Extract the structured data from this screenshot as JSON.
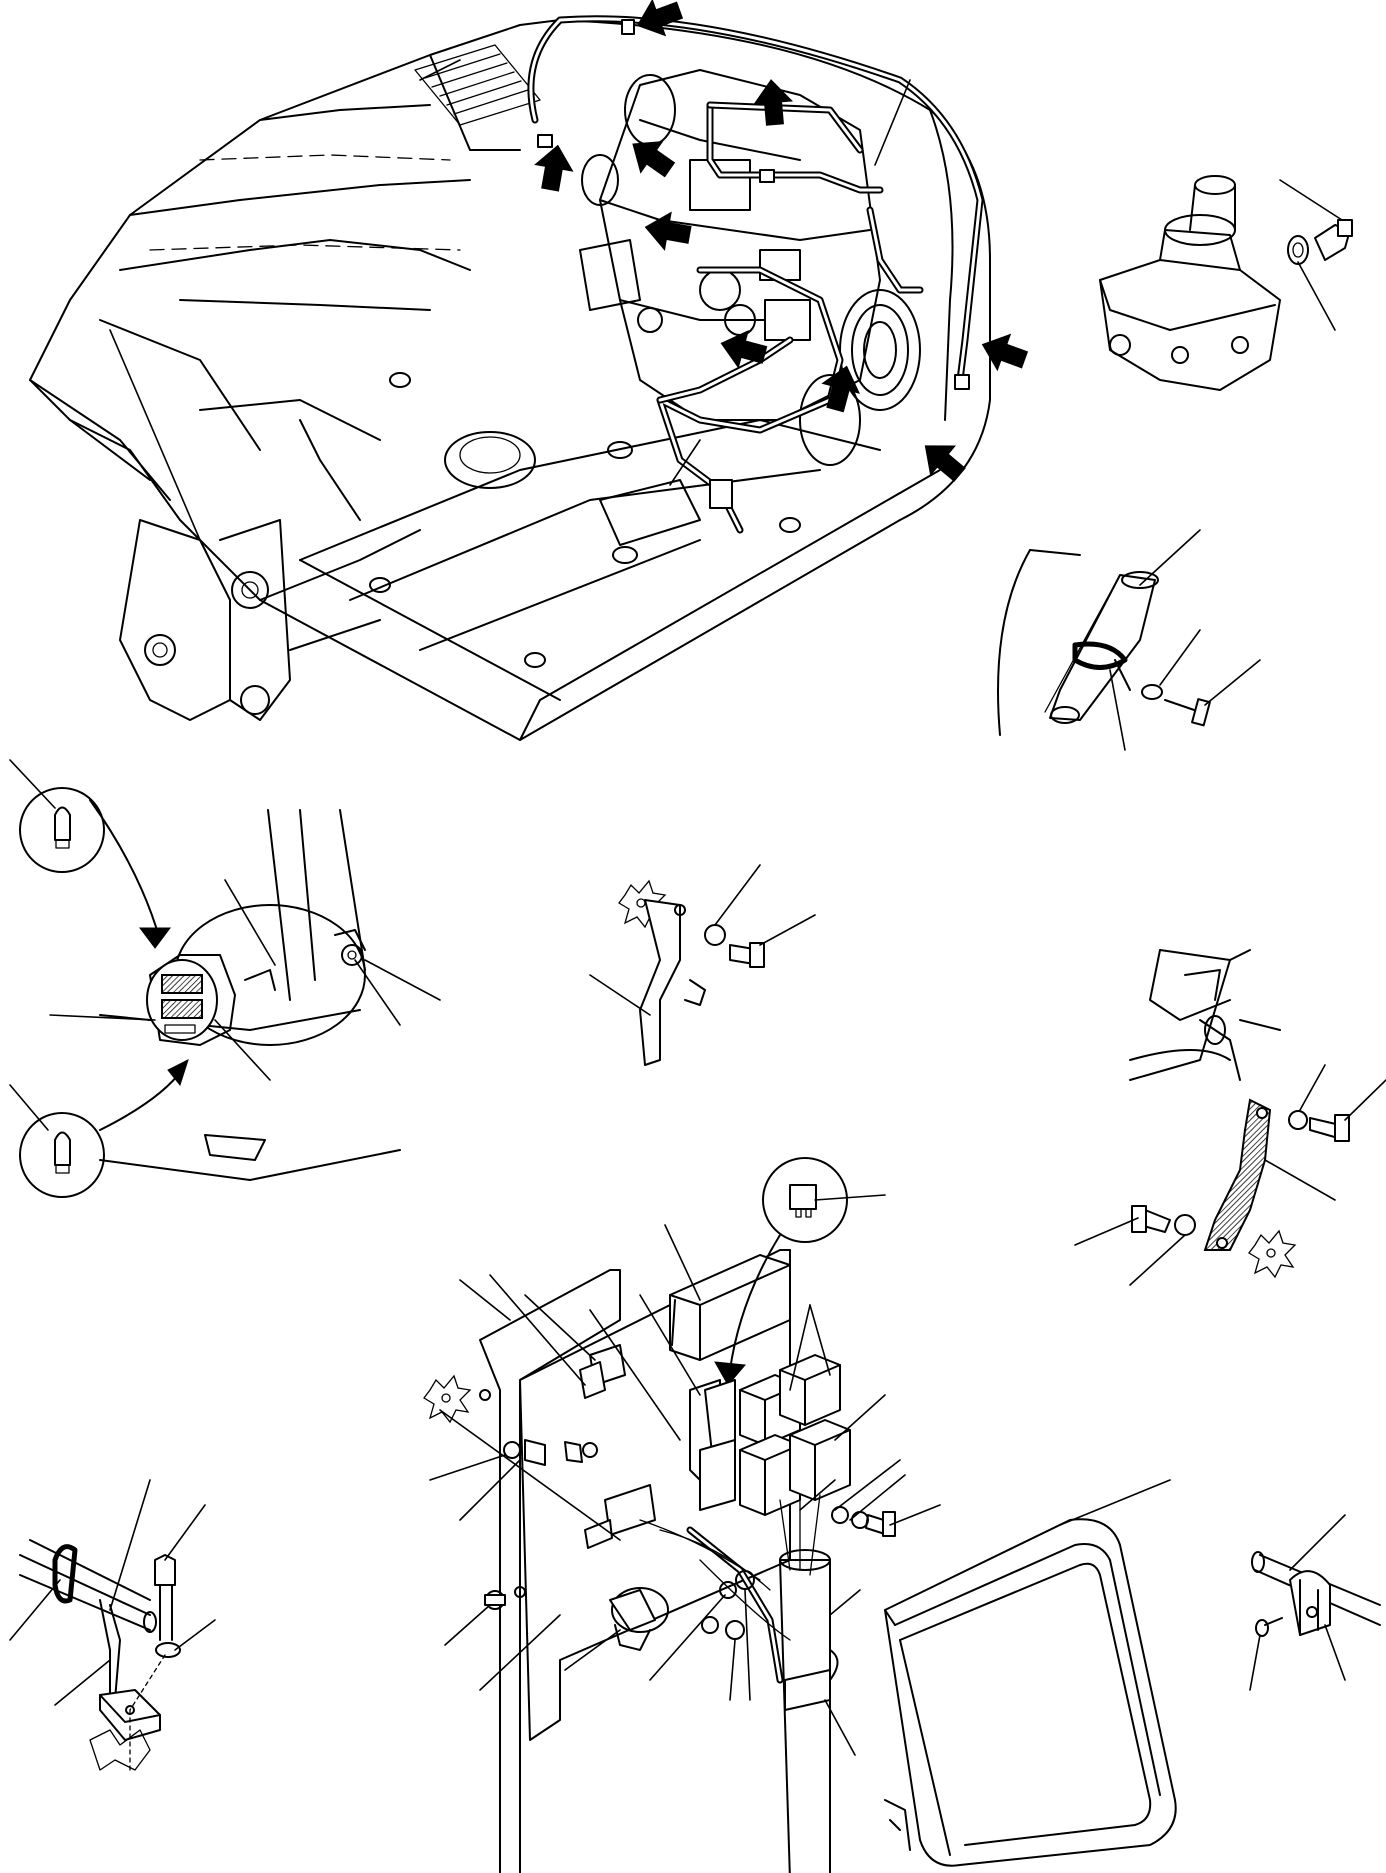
{
  "figure": {
    "background": "#ffffff",
    "line_color": "#000000",
    "views": [
      "machine-overview",
      "pressure-switch",
      "hose-clamp",
      "work-lamp",
      "bracket",
      "ground-strap",
      "fuse-relay-panel",
      "controller",
      "wire-clip-left",
      "wire-clip-right"
    ],
    "icons": [
      "arrow-icon",
      "bulb-icon",
      "relay-icon",
      "fuse-icon"
    ]
  }
}
